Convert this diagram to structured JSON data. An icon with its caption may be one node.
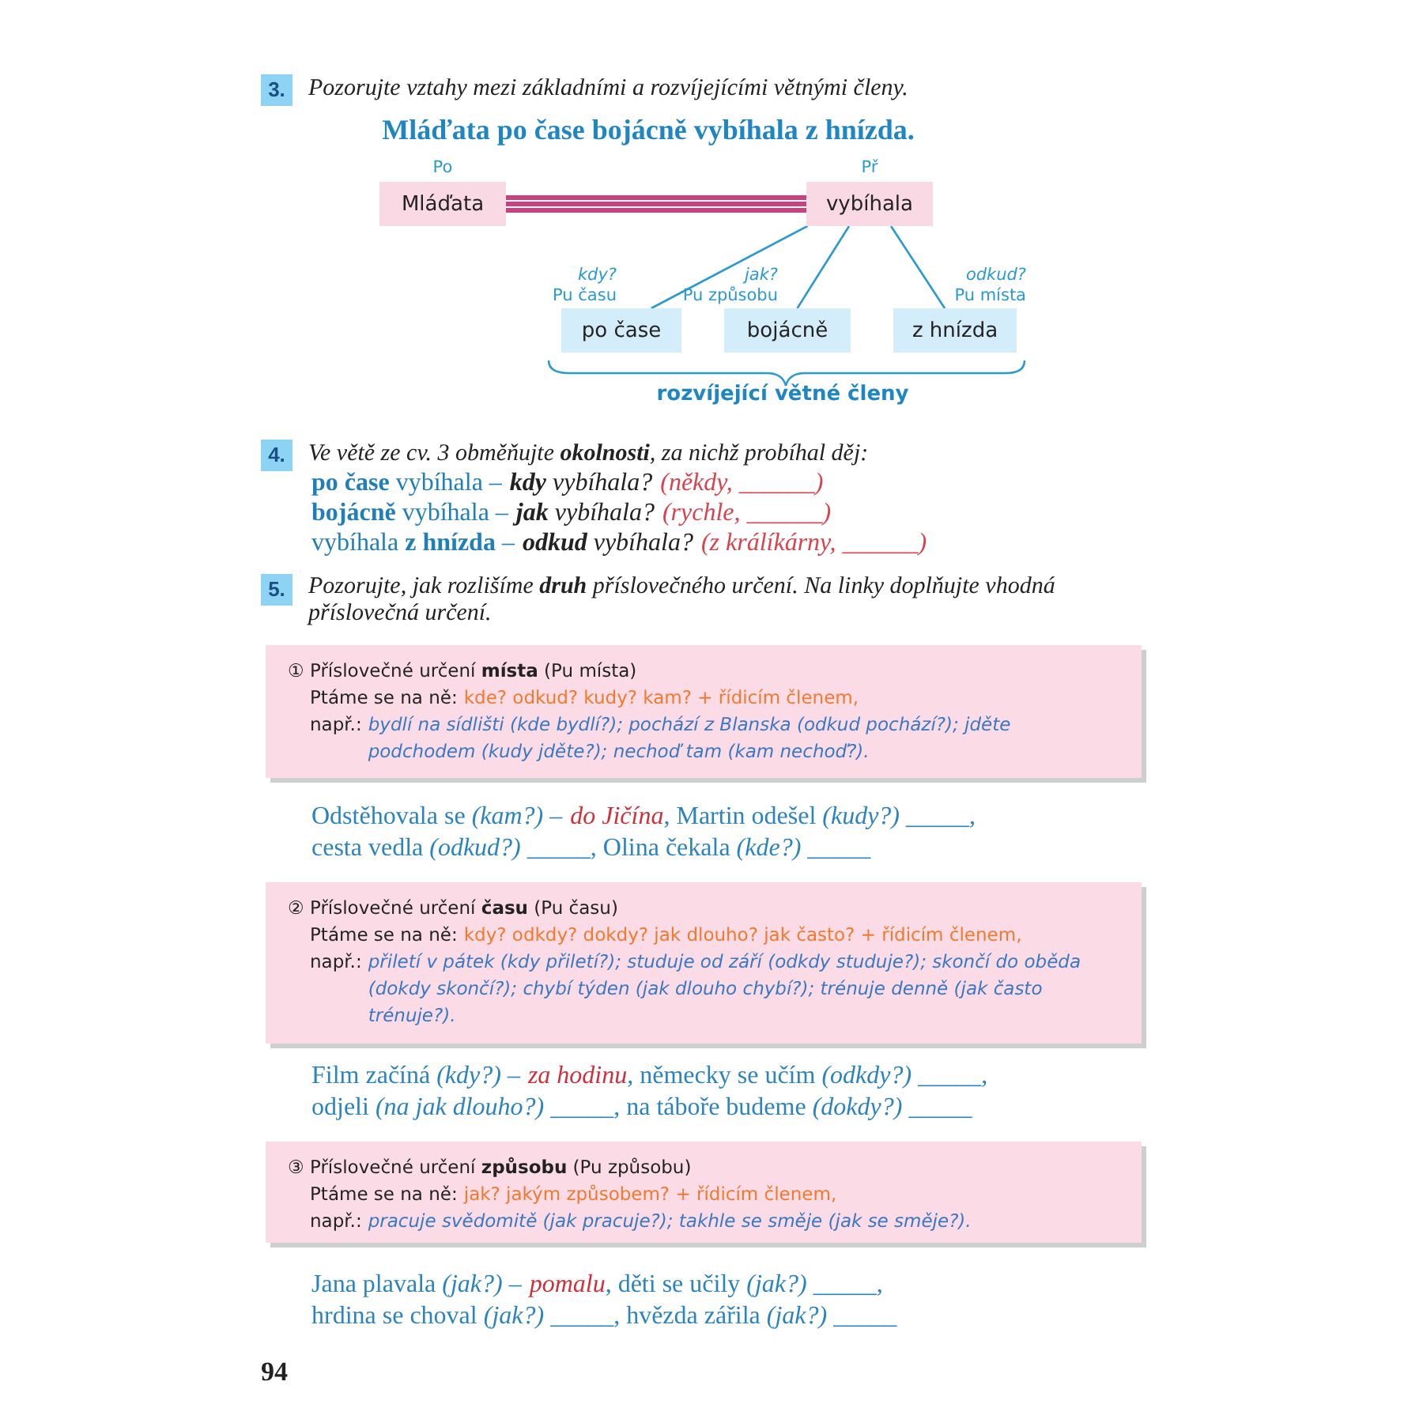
{
  "diagram": {
    "nodes": [
      {
        "text": [
          "3."
        ]
      },
      {
        "text": [
          "Mláďata"
        ],
        "beside": [
          "Po"
        ]
      },
      {
        "text": [
          "vybíhala"
        ],
        "beside": [
          "Př"
        ]
      },
      {
        "text": [
          "po čase"
        ],
        "beside": [
          "kdy?",
          "Pu času"
        ]
      },
      {
        "text": [
          "bojácně"
        ],
        "beside": [
          "jak?",
          "Pu způsobu"
        ]
      },
      {
        "text": [
          "z hnízda"
        ],
        "beside": [
          "odkud?",
          "Pu místa"
        ]
      },
      {
        "text": [
          "4."
        ]
      },
      {
        "text": [
          "5."
        ]
      },
      {
        "text": [
          "① Příslovečné určení **místa** (Pu místa)",
          "Ptáme se na ně:",
          "kde? odkud? kudy? kam? + řídicím členem,",
          "např.:",
          "bydlí na sídlišti (kde bydlí?); pochází z Blanska (odkud pochází?); jděte podchodem (kudy jděte?); nechoď tam (kam nechoď?)."
        ]
      },
      {
        "text": [
          "② Příslovečné určení **času** (Pu času)",
          "Ptáme se na ně:",
          "kdy? odkdy? dokdy? jak dlouho? jak často? + řídicím členem,",
          "např.:",
          "přiletí v pátek (kdy přiletí?); studuje od září (odkdy studuje?); skončí do oběda (dokdy skončí?); chybí týden (jak dlouho chybí?); trénuje denně (jak často trénuje?)."
        ]
      },
      {
        "text": [
          "③ Příslovečné určení **způsobu** (Pu způsobu)",
          "Ptáme se na ně:",
          "jak? jakým způsobem? + řídicím členem,",
          "např.:",
          "pracuje svědomitě (jak pracuje?); takhle se směje (jak se směje?)."
        ]
      }
    ],
    "edges": [
      {
        "from": 1,
        "to": 2,
        "arrow": "none",
        "style": "thick",
        "color": "#c8437e"
      },
      {
        "from": 2,
        "to": 3,
        "arrow": "none"
      },
      {
        "from": 2,
        "to": 4,
        "arrow": "none"
      },
      {
        "from": 2,
        "to": 5,
        "arrow": "none"
      }
    ],
    "labels": [
      "Pozorujte vztahy mezi základními a rozvíjejícími větnými členy.",
      "Mláďata po čase bojácně vybíhala z hnízda.",
      "rozvíjející větné členy",
      "Ve větě ze cv. 3 obměňujte **okolnosti**, za nichž probíhal děj:",
      "**po čase** vybíhala –",
      "**kdy** vybíhala?",
      "(někdy, ______)",
      "**bojácně** vybíhala –",
      "**jak** vybíhala?",
      "(rychle, ______)",
      "vybíhala **z hnízda** –",
      "**odkud** vybíhala?",
      "(z králíkárny, ______)",
      "Pozorujte, jak rozlišíme **druh** příslovečného určení. Na linky doplňujte vhodná příslovečná určení.",
      "Odstěhovala se *(kam?)* –",
      "*do Jičína*",
      ", Martin odešel *(kudy?)* _____,",
      "cesta vedla *(odkud?)* _____, Olina čekala *(kde?)* _____",
      "Film začíná *(kdy?)* –",
      "*za hodinu*",
      ", německy se učím *(odkdy?)* _____,",
      "odjeli *(na jak dlouho?)* _____, na táboře budeme *(dokdy?)* _____",
      "Jana plavala *(jak?)* –",
      "*pomalu*",
      ", děti se učily *(jak?)* _____,",
      "hrdina se choval *(jak?)* _____, hvězda zářila *(jak?)* _____",
      "94"
    ]
  }
}
